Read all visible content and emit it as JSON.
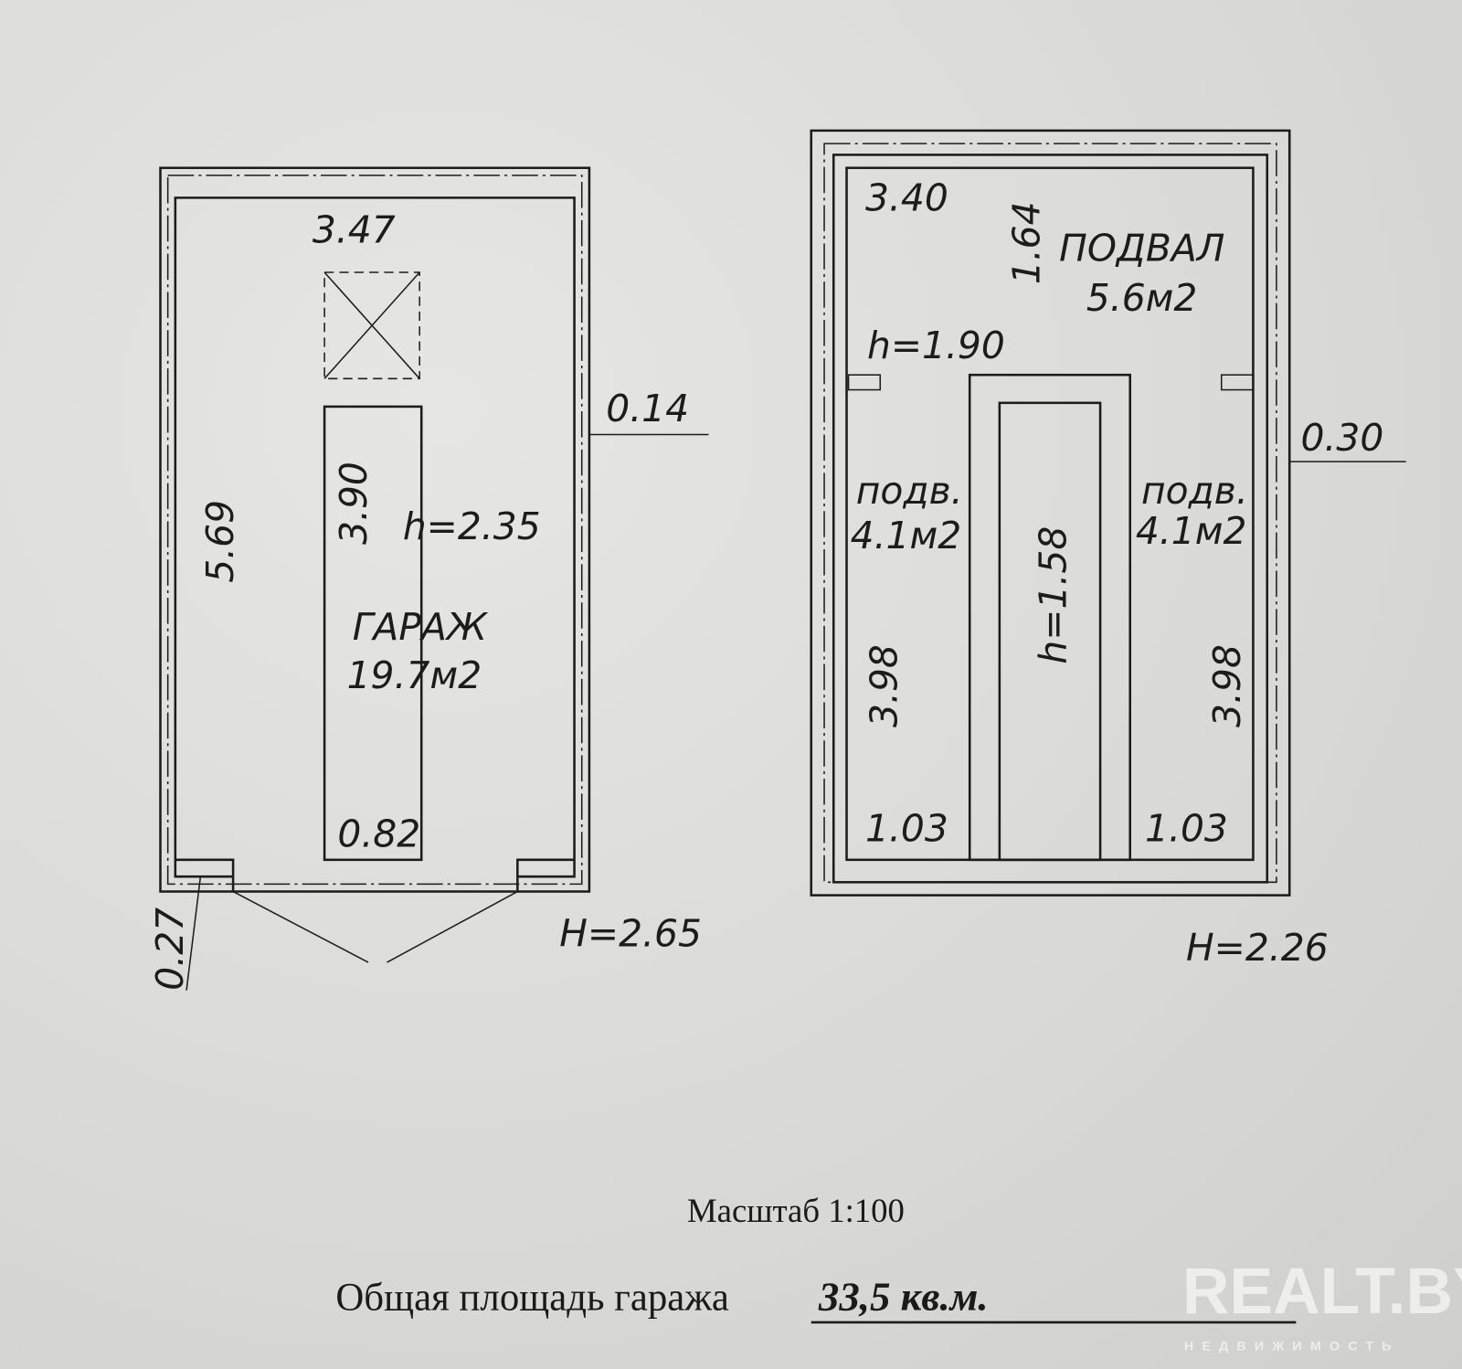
{
  "garage": {
    "width": "3.47",
    "length": "5.69",
    "wall": "0.14",
    "door_pier": "0.27",
    "height_inner": "h=2.35",
    "height_outer": "H=2.65",
    "pit_length": "3.90",
    "pit_width": "0.82",
    "name": "ГАРАЖ",
    "area": "19.7м2"
  },
  "basement": {
    "width": "3.40",
    "depth": "1.64",
    "wall": "0.30",
    "name": "ПОДВАЛ",
    "area": "5.6м2",
    "height": "h=1.90",
    "height_outer": "H=2.26",
    "center_height": "h=1.58",
    "left_label": "подв.",
    "left_area": "4.1м2",
    "left_length": "3.98",
    "left_width": "1.03",
    "right_label": "подв.",
    "right_area": "4.1м2",
    "right_length": "3.98",
    "right_width": "1.03"
  },
  "scale": "Масштаб 1:100",
  "total_label": "Общая площадь гаража",
  "total_value": "33,5 кв.м.",
  "watermark": {
    "brand": "REALT.BY",
    "tagline": "НЕДВИЖИМОСТЬ"
  }
}
